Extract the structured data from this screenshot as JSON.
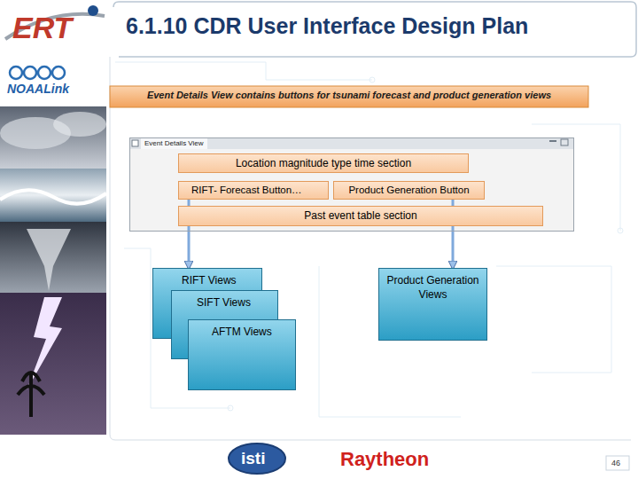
{
  "diagram": {
    "title": "6.1.10 CDR User Interface Design Plan",
    "nodes": [
      {
        "text": [
          "Event Details View contains buttons for tsunami forecast and product generation views"
        ]
      },
      {
        "text": [
          "Event Details View"
        ]
      },
      {
        "text": [
          "Location magnitude type time section"
        ],
        "in": 1
      },
      {
        "text": [
          "RIFT- Forecast Button…"
        ],
        "in": 1
      },
      {
        "text": [
          "Product Generation Button"
        ],
        "in": 1
      },
      {
        "text": [
          "Past event table section"
        ],
        "in": 1
      },
      {
        "text": [
          "RIFT Views"
        ]
      },
      {
        "text": [
          "SIFT Views"
        ]
      },
      {
        "text": [
          "AFTM Views"
        ]
      },
      {
        "text": [
          "Product Generation Views"
        ]
      }
    ],
    "edges": [
      {
        "from": 3,
        "to": 6,
        "arrow": "to"
      },
      {
        "from": 4,
        "to": 9,
        "arrow": "to"
      }
    ],
    "labels": [
      "ERT",
      "NOAALink",
      "isti",
      "Raytheon",
      "46"
    ]
  }
}
